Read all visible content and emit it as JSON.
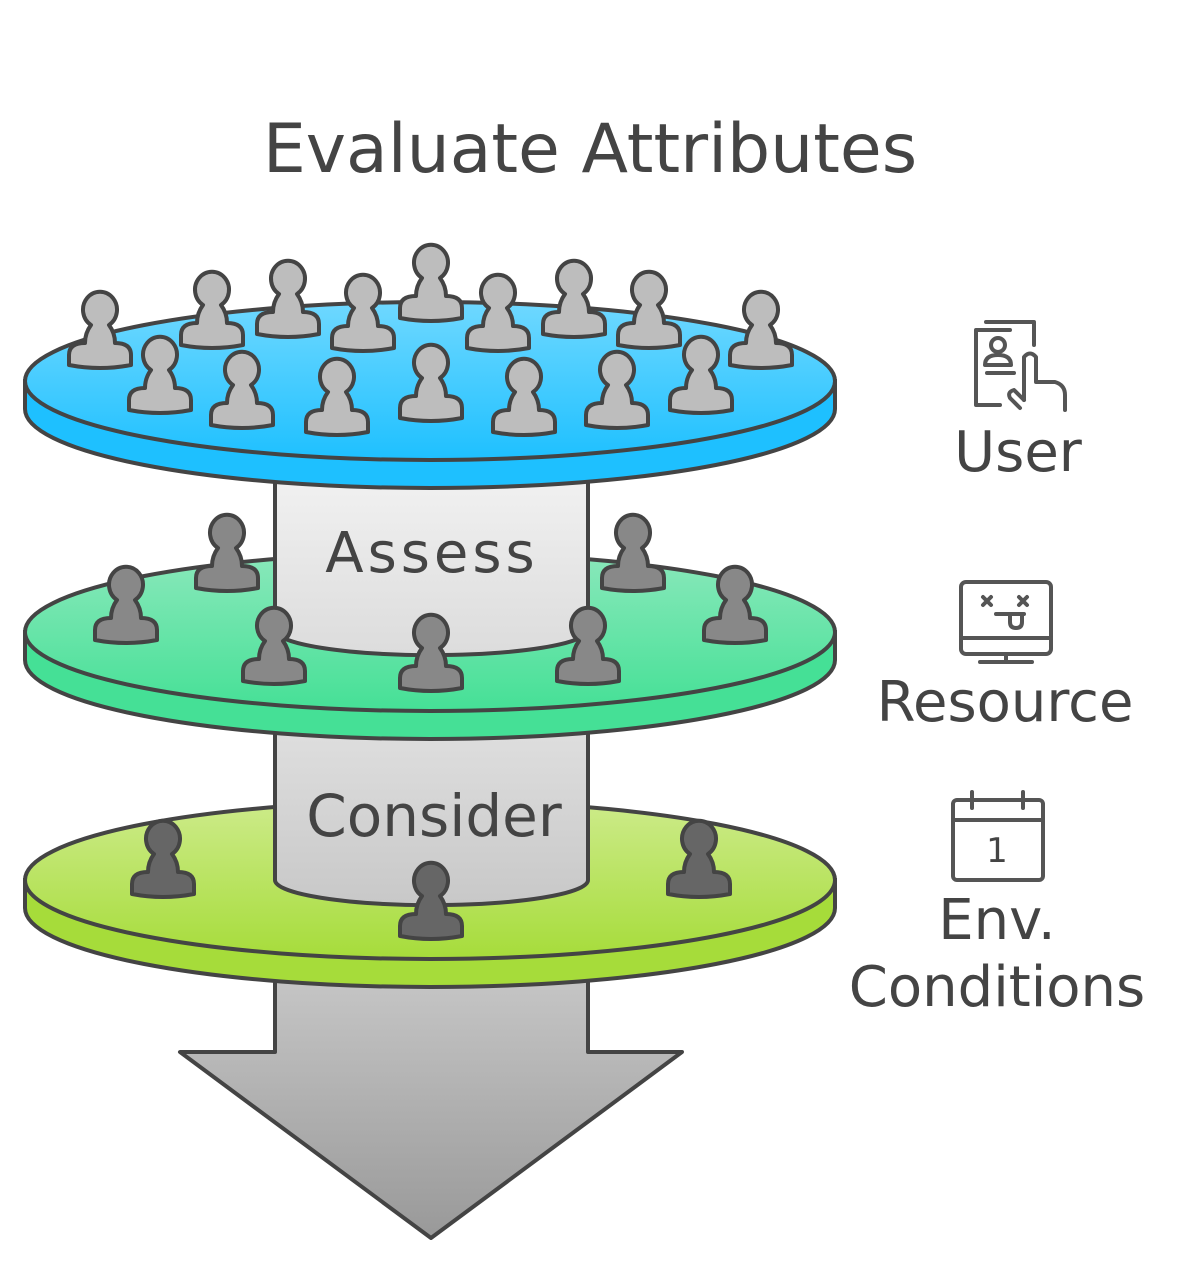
{
  "title": "Evaluate Attributes",
  "stages": [
    {
      "label": "Assess"
    },
    {
      "label": "Consider"
    }
  ],
  "layers": [
    {
      "name": "User",
      "icon": "user-profile-touch-icon",
      "color": "#29c4fb",
      "person_color": "#bdbdbd"
    },
    {
      "name": "Resource",
      "icon": "broken-monitor-icon",
      "color": "#4fe09d",
      "person_color": "#888888"
    },
    {
      "name_lines": [
        "Env.",
        "Conditions"
      ],
      "icon": "calendar-icon",
      "calendar_day": "1",
      "color": "#b3e14a",
      "person_color": "#666666"
    }
  ]
}
